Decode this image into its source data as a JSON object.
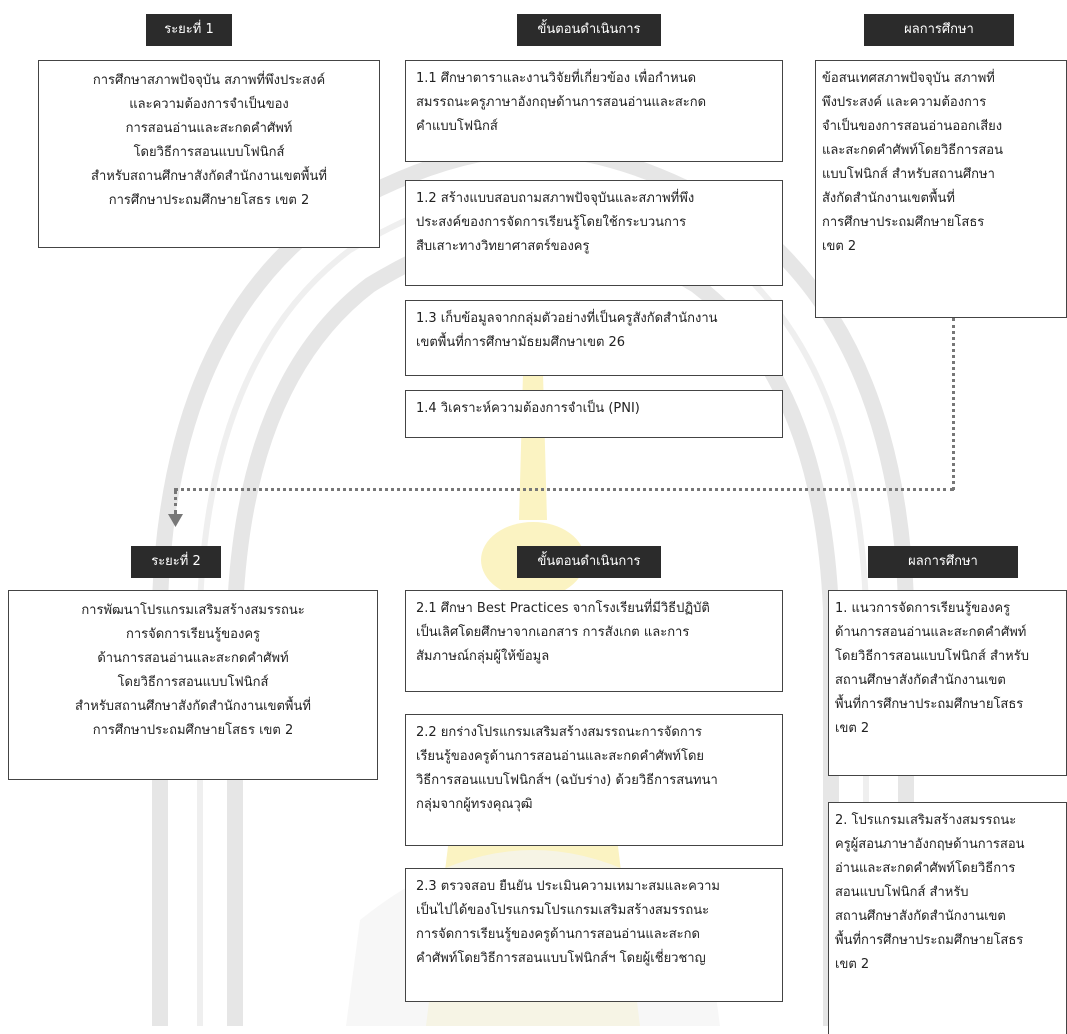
{
  "phase1": {
    "header": "ระยะที่  1",
    "lines": [
      "การศึกษาสภาพปัจจุบัน สภาพที่พึงประสงค์",
      "และความต้องการจำเป็นของ",
      "การสอนอ่านและสะกดคำศัพท์",
      "โดยวิธีการสอนแบบโฟนิกส์",
      "สำหรับสถานศึกษาสังกัดสำนักงานเขตพื้นที่",
      "การศึกษาประถมศึกษายโสธร เขต 2"
    ],
    "proc_header": "ขั้นตอนดำเนินการ",
    "steps": [
      {
        "lines": [
          "1.1 ศึกษาตาราและงานวิจัยที่เกี่ยวข้อง      เพื่อกำหนด",
          "สมรรถนะครูภาษาอังกฤษด้านการสอนอ่านและสะกด",
          "คำแบบโฟนิกส์"
        ]
      },
      {
        "lines": [
          "1.2 สร้างแบบสอบถามสภาพปัจจุบันและสภาพที่พึง",
          "ประสงค์ของการจัดการเรียนรู้โดยใช้กระบวนการ",
          "สืบเสาะทางวิทยาศาสตร์ของครู"
        ]
      },
      {
        "lines": [
          "1.3 เก็บข้อมูลจากกลุ่มตัวอย่างที่เป็นครูสังกัดสำนักงาน",
          "เขตพื้นที่การศึกษามัธยมศึกษาเขต 26"
        ]
      },
      {
        "lines": [
          "1.4 วิเคราะห์ความต้องการจำเป็น (PNI)"
        ]
      }
    ],
    "result_header": "ผลการศึกษา",
    "result_lines": [
      "ข้อสนเทศสภาพปัจจุบัน สภาพที่",
      "พึงประสงค์ และความต้องการ",
      "จำเป็นของการสอนอ่านออกเสียง",
      "และสะกดคำศัพท์โดยวิธีการสอน",
      "แบบโฟนิกส์ สำหรับสถานศึกษา",
      "สังกัดสำนักงานเขตพื้นที่",
      "การศึกษาประถมศึกษายโสธร",
      "เขต 2"
    ]
  },
  "phase2": {
    "header": "ระยะที่  2",
    "lines": [
      "การพัฒนาโปรแกรมเสริมสร้างสมรรถนะ",
      "การจัดการเรียนรู้ของครู",
      "ด้านการสอนอ่านและสะกดคำศัพท์",
      "โดยวิธีการสอนแบบโฟนิกส์",
      "สำหรับสถานศึกษาสังกัดสำนักงานเขตพื้นที่",
      "การศึกษาประถมศึกษายโสธร เขต 2"
    ],
    "proc_header": "ขั้นตอนดำเนินการ",
    "steps": [
      {
        "lines": [
          "2.1 ศึกษา Best     Practices จากโรงเรียนที่มีวิธีปฏิบัติ",
          "เป็นเลิศโดยศึกษาจากเอกสาร การสังเกต และการ",
          "สัมภาษณ์กลุ่มผู้ให้ข้อมูล"
        ]
      },
      {
        "lines": [
          "2.2 ยกร่างโปรแกรมเสริมสร้างสมรรถนะการจัดการ",
          "เรียนรู้ของครูด้านการสอนอ่านและสะกดคำศัพท์โดย",
          "วิธีการสอนแบบโฟนิกส์ฯ (ฉบับร่าง) ด้วยวิธีการสนทนา",
          "กลุ่มจากผู้ทรงคุณวุฒิ"
        ]
      },
      {
        "lines": [
          "2.3 ตรวจสอบ ยืนยัน ประเมินความเหมาะสมและความ",
          "เป็นไปได้ของโปรแกรมโปรแกรมเสริมสร้างสมรรถนะ",
          "การจัดการเรียนรู้ของครูด้านการสอนอ่านและสะกด",
          "คำศัพท์โดยวิธีการสอนแบบโฟนิกส์ฯ โดยผู้เชี่ยวชาญ"
        ]
      }
    ],
    "result_header": "ผลการศึกษา",
    "results": [
      {
        "lines": [
          "1.     แนวการจัดการเรียนรู้ของครู",
          "ด้านการสอนอ่านและสะกดคำศัพท์",
          "โดยวิธีการสอนแบบโฟนิกส์ สำหรับ",
          "สถานศึกษาสังกัดสำนักงานเขต",
          "พื้นที่การศึกษาประถมศึกษายโสธร",
          "เขต 2"
        ]
      },
      {
        "lines": [
          "2.   โปรแกรมเสริมสร้างสมรรถนะ",
          "ครูผู้สอนภาษาอังกฤษด้านการสอน",
          "อ่านและสะกดคำศัพท์โดยวิธีการ",
          "สอนแบบโฟนิกส์ สำหรับ",
          "สถานศึกษาสังกัดสำนักงานเขต",
          "พื้นที่การศึกษาประถมศึกษายโสธร",
          "เขต 2"
        ]
      }
    ]
  },
  "colors": {
    "header_bg": "#2b2b2b",
    "watermark_gray": "#e4e4e4",
    "watermark_yellow": "#fbf3c2"
  }
}
